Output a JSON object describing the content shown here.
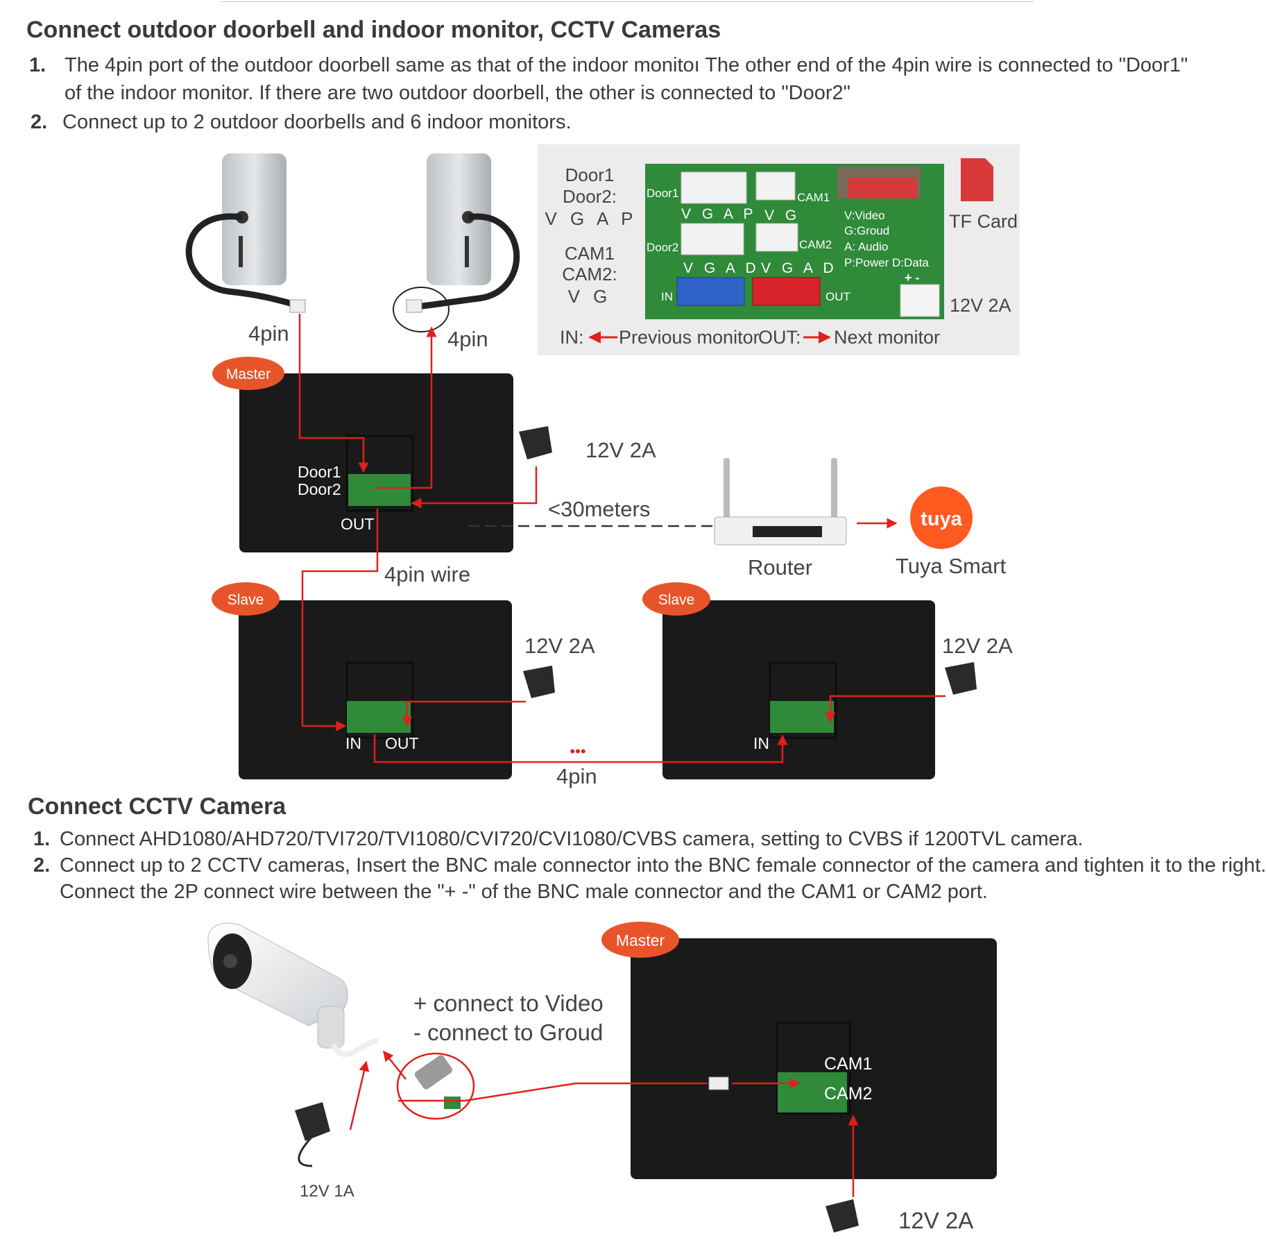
{
  "section1": {
    "title": "Connect outdoor doorbell and indoor monitor, CCTV Cameras",
    "items": [
      {
        "num": "1.",
        "line1": "The 4pin port of the outdoor doorbell same as that of the indoor monitoı  The other end of the 4pin wire is connected to \"Door1\"",
        "line2": "of the indoor monitor.  If there are two outdoor doorbell, the other is connected to \"Door2\""
      },
      {
        "num": "2.",
        "line1": "Connect up to 2 outdoor doorbells and 6 indoor monitors."
      }
    ]
  },
  "pinout": {
    "left": [
      "Door1",
      "Door2:",
      "V G A P",
      "CAM1",
      "CAM2:",
      "V G"
    ],
    "board": {
      "door1": "Door1",
      "door2": "Door2",
      "cam1": "CAM1",
      "cam2": "CAM2",
      "vgap": "V G A P",
      "vg": "V G",
      "vgad1": "V G A D",
      "vgad2": "V G A D",
      "in": "IN",
      "out": "OUT",
      "plusminus": "+ -"
    },
    "legend": [
      "V:Video",
      "G:Groud",
      "A: Audio",
      "P:Power D:Data"
    ],
    "tf_card": "TF Card",
    "power": "12V 2A",
    "in_label": "IN:",
    "in_desc": "Previous monitor",
    "out_label": "OUT:",
    "out_desc": "Next monitor"
  },
  "diagram1": {
    "pin_left": "4pin",
    "pin_right": "4pin",
    "master": "Master",
    "slave1": "Slave",
    "slave2": "Slave",
    "door1": "Door1",
    "door2": "Door2",
    "out_master": "OUT",
    "power_master": "12V 2A",
    "distance": "<30meters",
    "router": "Router",
    "tuya_logo": "tuya",
    "tuya": "Tuya Smart",
    "wire": "4pin wire",
    "power_slave1": "12V 2A",
    "power_slave2": "12V 2A",
    "in_slave1": "IN",
    "out_slave1": "OUT",
    "in_slave2": "IN",
    "dots": "•••",
    "bottom_pin": "4pin"
  },
  "section2": {
    "title": "Connect CCTV Camera",
    "items": [
      {
        "num": "1.",
        "line1": "Connect AHD1080/AHD720/TVI720/TVI1080/CVI720/CVI1080/CVBS camera,  setting to CVBS if 1200TVL camera."
      },
      {
        "num": "2.",
        "line1": "Connect up to 2 CCTV cameras, Insert the BNC male connector into the BNC female connector of the camera and tighten it to the right.",
        "line2": "Connect the 2P connect wire between the \"+ -\" of the BNC male connector and the CAM1 or CAM2 port."
      }
    ]
  },
  "diagram2": {
    "plus": "+ connect to Video",
    "minus": "- connect to Groud",
    "master": "Master",
    "cam1": "CAM1",
    "cam2": "CAM2",
    "cam_power": "12V 1A",
    "power": "12V 2A"
  },
  "colors": {
    "accent": "#e8542a",
    "wire": "#e0201c",
    "board": "#2f8a3a",
    "monitor": "#1a1a1a"
  }
}
